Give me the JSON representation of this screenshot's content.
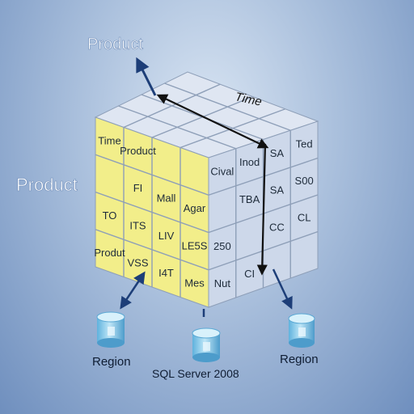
{
  "labels": {
    "product_top": "Product",
    "product_left": "Product",
    "time_top": "Time",
    "region_left": "Region",
    "region_right": "Region",
    "sql_server": "SQL Server 2008"
  },
  "front_face": [
    [
      "Time",
      "Product",
      "",
      ""
    ],
    [
      "",
      "FI",
      "Mall",
      "Agar"
    ],
    [
      "TO",
      "ITS",
      "LIV",
      "LE5S"
    ],
    [
      "Produt",
      "VSS",
      "I4T",
      "Mes"
    ]
  ],
  "right_face": [
    [
      "Cival",
      "Inod",
      "SA",
      "Ted"
    ],
    [
      "",
      "TBA",
      "SA",
      "S00"
    ],
    [
      "250",
      "",
      "CC",
      "CL"
    ],
    [
      "Nut",
      "CI",
      "",
      ""
    ]
  ],
  "colors": {
    "front_face": "#f2ee8a",
    "top_face": "#dfe6f2",
    "right_face": "#cdd8ea",
    "grid": "#8e9fb8",
    "arrow": "#1d3e78",
    "cylinder": "#7ec8ea"
  },
  "icons": [
    "database-icon"
  ]
}
